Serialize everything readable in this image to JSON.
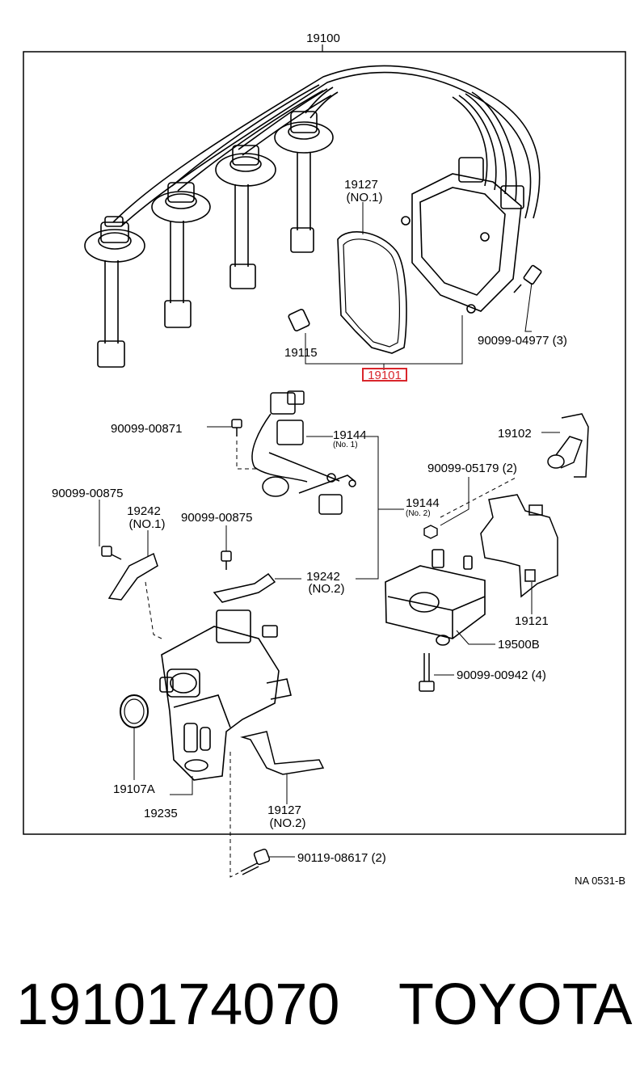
{
  "diagram": {
    "labels": {
      "l19100": "19100",
      "l19127_no1_a": "19127",
      "l19127_no1_b": "(NO.1)",
      "l90099_04977": "90099-04977 (3)",
      "l19115": "19115",
      "l19101": "19101",
      "l90099_00871": "90099-00871",
      "l19144_no1_a": "19144",
      "l19144_no1_b": "(No. 1)",
      "l19102": "19102",
      "l90099_05179": "90099-05179 (2)",
      "l90099_00875_a": "90099-00875",
      "l19242_no1_a": "19242",
      "l19242_no1_b": "(NO.1)",
      "l90099_00875_b": "90099-00875",
      "l19144_no2_a": "19144",
      "l19144_no2_b": "(No. 2)",
      "l19242_no2_a": "19242",
      "l19242_no2_b": "(NO.2)",
      "l19121": "19121",
      "l19500b": "19500B",
      "l90099_00942": "90099-00942 (4)",
      "l19107a": "19107A",
      "l19235": "19235",
      "l19127_no2_a": "19127",
      "l19127_no2_b": "(NO.2)",
      "l90119_08617": "90119-08617 (2)",
      "ref": "NA 0531-B"
    },
    "highlight_color": "#d9262c"
  },
  "footer": {
    "part_number": "1910174070",
    "brand": "TOYOTA"
  }
}
